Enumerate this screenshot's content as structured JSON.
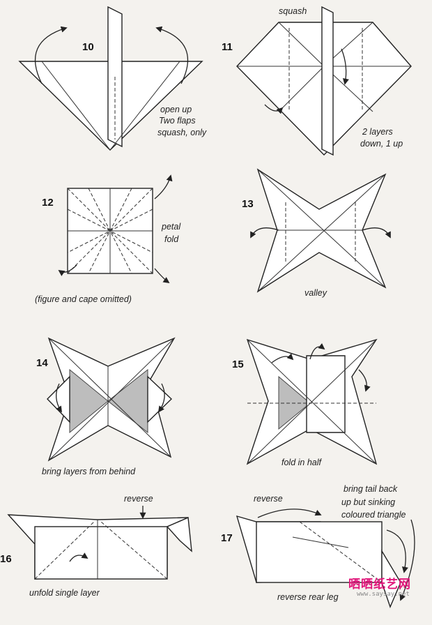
{
  "steps": [
    {
      "number": "10",
      "labels": [
        "open up",
        "Two flaps",
        "squash, only"
      ]
    },
    {
      "number": "11",
      "labels": [
        "squash",
        "2 layers",
        "down, 1 up"
      ]
    },
    {
      "number": "12",
      "labels": [
        "petal",
        "fold",
        "(figure and cape omitted)"
      ]
    },
    {
      "number": "13",
      "labels": [
        "valley"
      ]
    },
    {
      "number": "14",
      "labels": [
        "bring layers from behind"
      ]
    },
    {
      "number": "15",
      "labels": [
        "fold in half"
      ]
    },
    {
      "number": "16",
      "labels": [
        "reverse",
        "unfold single layer"
      ]
    },
    {
      "number": "17",
      "labels": [
        "reverse",
        "bring tail back",
        "up but sinking",
        "coloured triangle",
        "reverse rear leg"
      ]
    }
  ],
  "watermark": {
    "text": "晒晒纸艺网",
    "url": "www.saysay.net"
  },
  "colors": {
    "paper": "#ffffff",
    "line": "#222222",
    "shade": "#bdbdbd",
    "watermark": "#e0157a"
  }
}
